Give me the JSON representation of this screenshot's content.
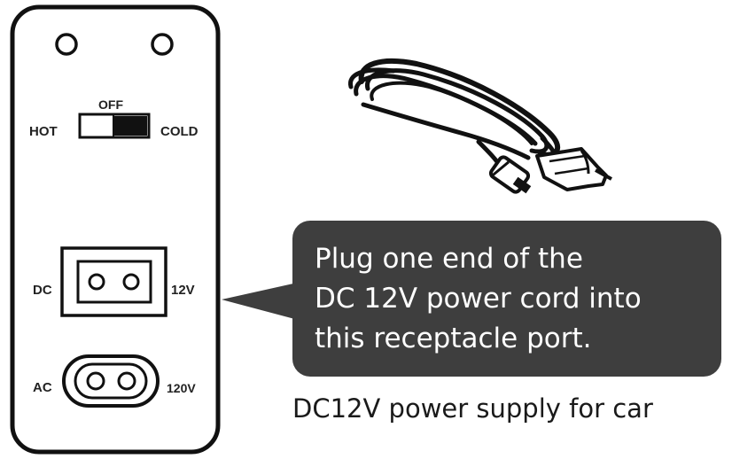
{
  "panel": {
    "switch": {
      "off_label": "OFF",
      "left_label": "HOT",
      "right_label": "COLD"
    },
    "dc_port": {
      "left_label": "DC",
      "right_label": "12V"
    },
    "ac_port": {
      "left_label": "AC",
      "right_label": "120V"
    }
  },
  "callout": {
    "lines": [
      "Plug one end of the",
      "DC 12V power cord into",
      "this receptacle port."
    ],
    "color": "#3e3e3e"
  },
  "cord": {
    "caption": "DC12V power supply for car"
  }
}
